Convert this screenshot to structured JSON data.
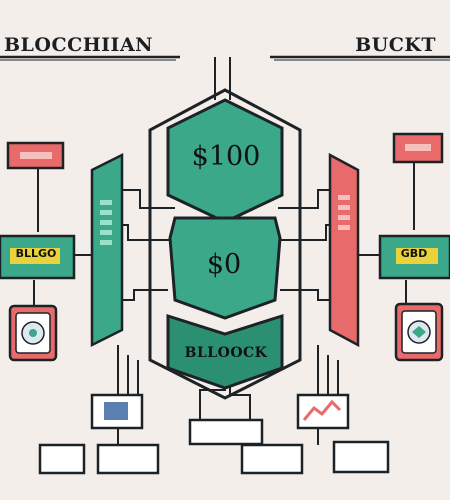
{
  "titles": {
    "left": "BLOCCHIIAN",
    "right": "BUCKT"
  },
  "blocks": {
    "top_value": "$100",
    "middle_value": "$0",
    "bottom_label": "BLLOOCK"
  },
  "side_labels": {
    "left": "BLLGO",
    "right": "GBD"
  },
  "colors": {
    "background": "#f3eeea",
    "teal": "#3aa889",
    "teal_dark": "#2b8f72",
    "coral": "#e86a6a",
    "outline": "#1d2226",
    "highlight": "#e9d23a"
  }
}
